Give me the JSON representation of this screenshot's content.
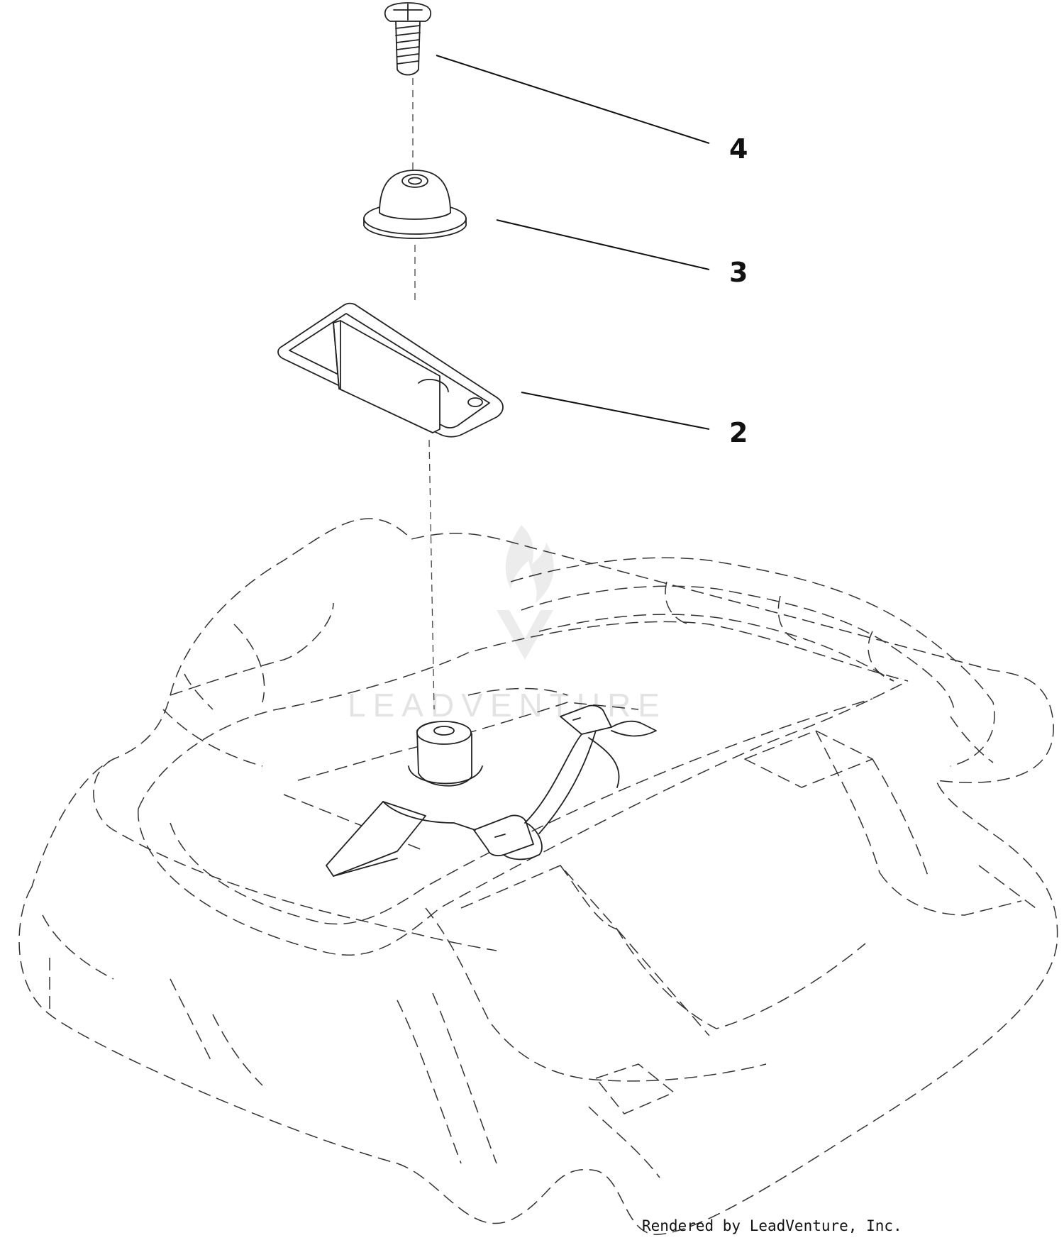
{
  "callouts": [
    {
      "number": "4",
      "part": "screw"
    },
    {
      "number": "3",
      "part": "grommet"
    },
    {
      "number": "2",
      "part": "bracket"
    }
  ],
  "watermark": "LEADVENTURE",
  "footer": {
    "credit": "Rendered by LeadVenture, Inc."
  }
}
